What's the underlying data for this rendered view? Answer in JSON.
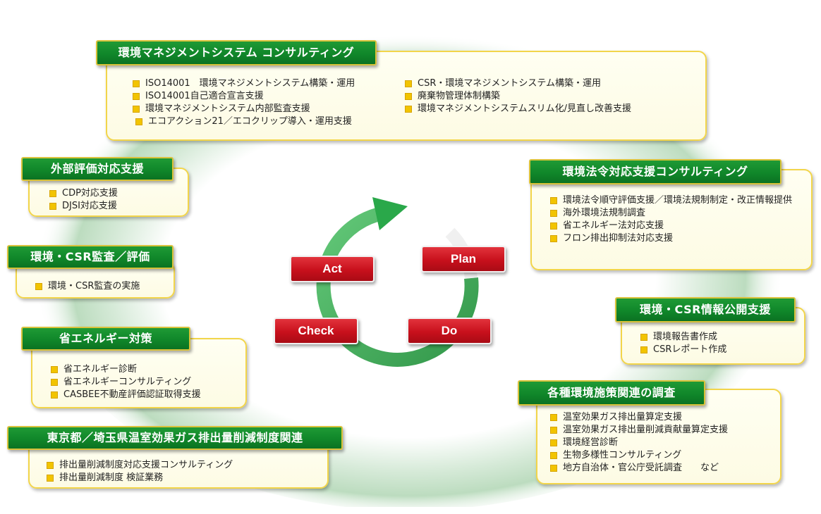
{
  "pdca": {
    "act": "Act",
    "plan": "Plan",
    "check": "Check",
    "do": "Do"
  },
  "panels": {
    "ems": {
      "title": "環境マネジメントシステム コンサルティング",
      "left_items": [
        "ISO14001　環境マネジメントシステム構築・運用",
        "ISO14001自己適合宣言支援",
        "環境マネジメントシステム内部監査支援",
        "エコアクション21／エコクリップ導入・運用支援"
      ],
      "right_items": [
        "CSR・環境マネジメントシステム構築・運用",
        "廃棄物管理体制構築",
        "環境マネジメントシステムスリム化/見直し改善支援"
      ]
    },
    "external": {
      "title": "外部評価対応支援",
      "items": [
        "CDP対応支援",
        "DJSI対応支援"
      ]
    },
    "audit": {
      "title": "環境・CSR監査／評価",
      "items": [
        "環境・CSR監査の実施"
      ]
    },
    "energy": {
      "title": "省エネルギー対策",
      "items": [
        "省エネルギー診断",
        "省エネルギーコンサルティング",
        "CASBEE不動産評価認証取得支援"
      ]
    },
    "tokyo": {
      "title": "東京都／埼玉県温室効果ガス排出量削減制度関連",
      "items": [
        "排出量削減制度対応支援コンサルティング",
        "排出量削減制度 検証業務"
      ]
    },
    "law": {
      "title": "環境法令対応支援コンサルティング",
      "items": [
        "環境法令順守評価支援／環境法規制制定・改正情報提供",
        "海外環境法規制調査",
        "省エネルギー法対応支援",
        "フロン排出抑制法対応支援"
      ]
    },
    "disclosure": {
      "title": "環境・CSR情報公開支援",
      "items": [
        "環境報告書作成",
        "CSRレポート作成"
      ]
    },
    "survey": {
      "title": "各種環境施策関連の調査",
      "items": [
        "温室効果ガス排出量算定支援",
        "温室効果ガス排出量削減貢献量算定支援",
        "環境経営診断",
        "生物多様性コンサルティング",
        "地方自治体・官公庁受託調査　　など"
      ]
    }
  },
  "colors": {
    "title_green": "#10872a",
    "pdca_red": "#c8101c",
    "bullet_yellow": "#f2c400",
    "panel_border": "#f2d54a",
    "arrow_green": "#2aa84a"
  }
}
